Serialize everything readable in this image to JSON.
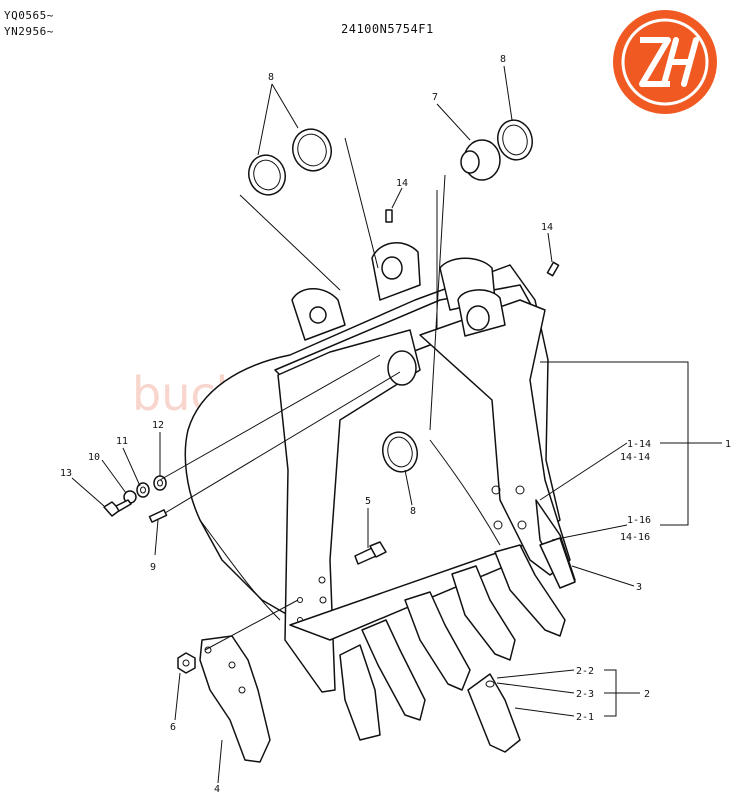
{
  "header": {
    "serial_1": "YQ0565~",
    "serial_2": "YN2956~",
    "drawing_number": "24100N5754F1"
  },
  "logo": {
    "letters": "ZH",
    "color": "#f05a22"
  },
  "watermark": "bucketsteeth.com",
  "callouts": {
    "c1": "1",
    "c1_14": "1-14",
    "c14_14": "14-14",
    "c1_16": "1-16",
    "c14_16": "14-16",
    "c2": "2",
    "c2_1": "2-1",
    "c2_2": "2-2",
    "c2_3": "2-3",
    "c3": "3",
    "c4": "4",
    "c5": "5",
    "c6": "6",
    "c7": "7",
    "c8a": "8",
    "c8b": "8",
    "c8c": "8",
    "c9": "9",
    "c10": "10",
    "c11": "11",
    "c12": "12",
    "c13": "13",
    "c14a": "14",
    "c14b": "14"
  }
}
